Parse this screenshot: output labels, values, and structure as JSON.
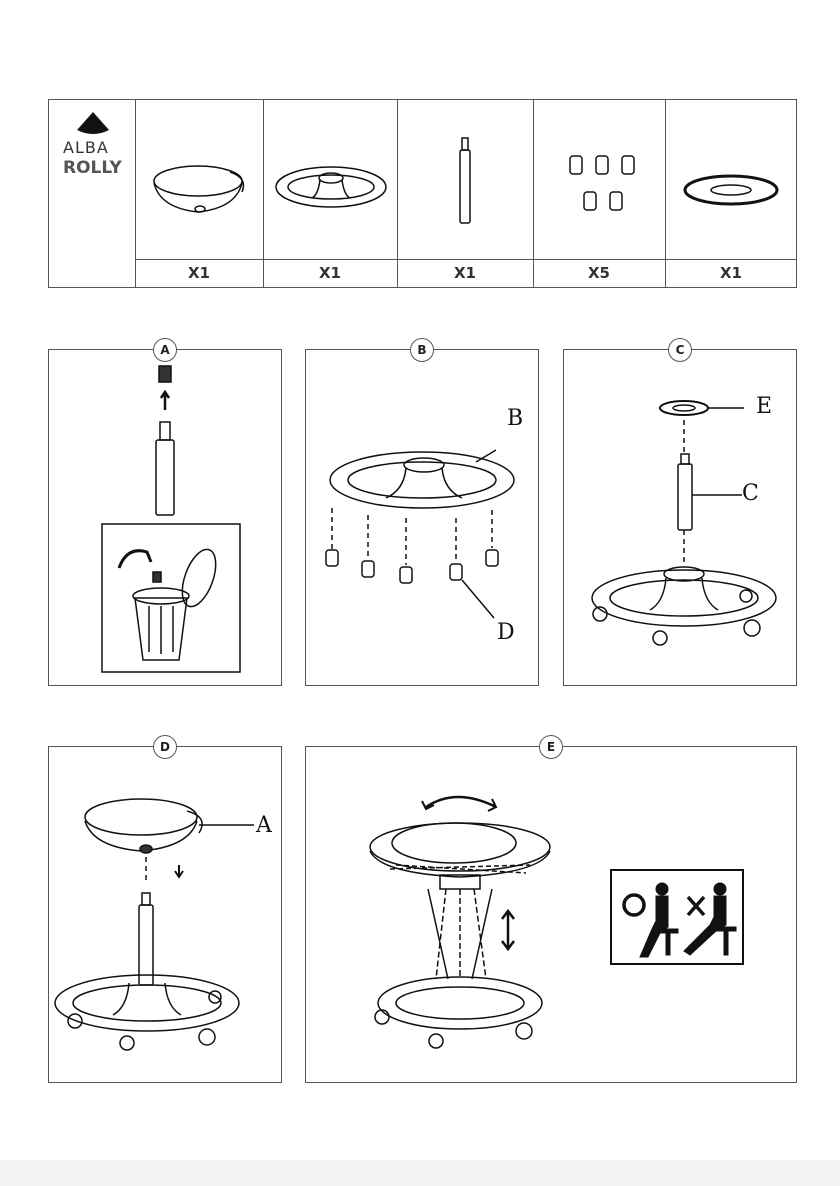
{
  "brand": {
    "logo_text": "ALBA",
    "product": "ROLLY"
  },
  "parts": [
    {
      "id": "seat",
      "qty": "X1"
    },
    {
      "id": "base",
      "qty": "X1"
    },
    {
      "id": "gas-lift",
      "qty": "X1"
    },
    {
      "id": "casters",
      "qty": "X5"
    },
    {
      "id": "washer",
      "qty": "X1"
    }
  ],
  "steps": [
    {
      "badge": "A"
    },
    {
      "badge": "B",
      "labels": [
        "B",
        "D"
      ]
    },
    {
      "badge": "C",
      "labels": [
        "E",
        "C"
      ]
    },
    {
      "badge": "D",
      "labels": [
        "A"
      ]
    },
    {
      "badge": "E"
    }
  ]
}
